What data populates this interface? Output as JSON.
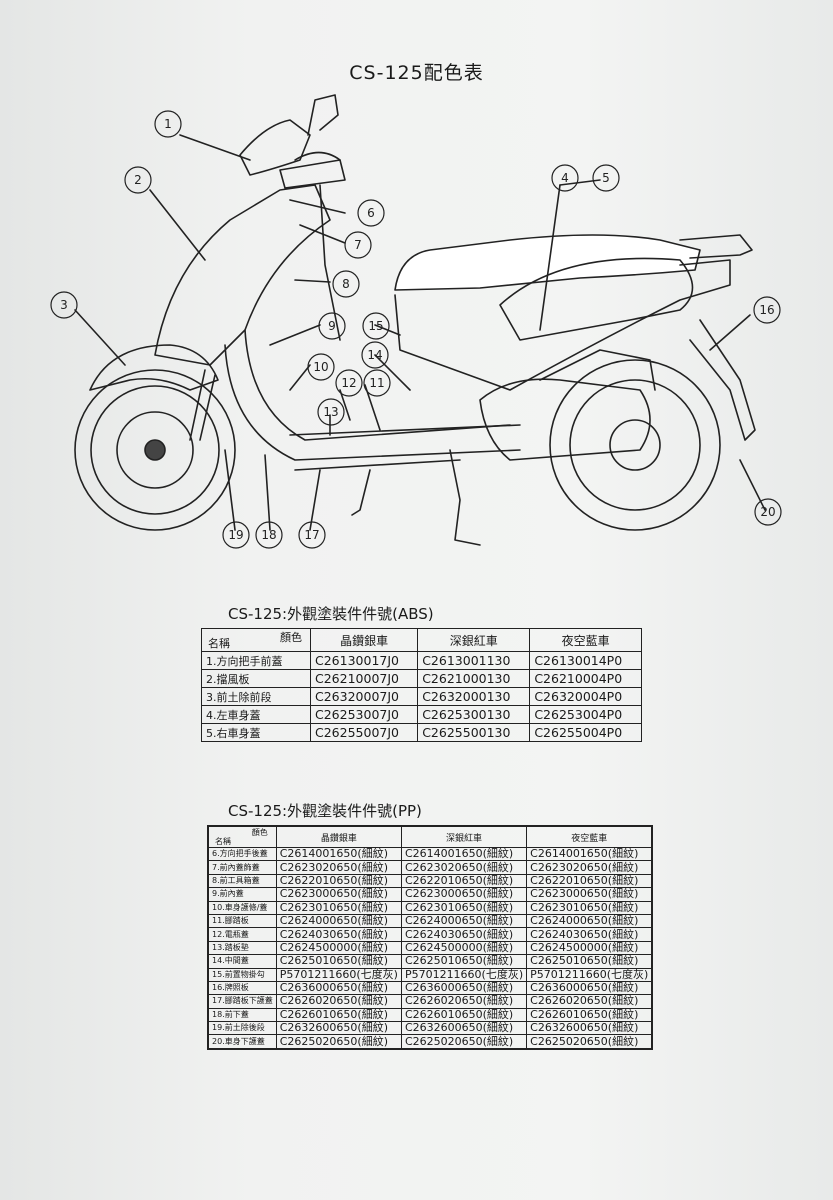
{
  "document": {
    "title": "CS-125配色表"
  },
  "diagram": {
    "callouts": [
      "1",
      "2",
      "3",
      "4",
      "5",
      "6",
      "7",
      "8",
      "9",
      "10",
      "11",
      "12",
      "13",
      "14",
      "15",
      "16",
      "17",
      "18",
      "19",
      "20"
    ]
  },
  "abs_table": {
    "title": "CS-125:外觀塗裝件件號(ABS)",
    "corner_color": "顏色",
    "corner_name": "名稱",
    "columns": [
      "晶鑽銀車",
      "深銀紅車",
      "夜空藍車"
    ],
    "rows": [
      {
        "name": "1.方向把手前蓋",
        "codes": [
          "C26130017J0",
          "C2613001130",
          "C26130014P0"
        ]
      },
      {
        "name": "2.擋風板",
        "codes": [
          "C26210007J0",
          "C2621000130",
          "C26210004P0"
        ]
      },
      {
        "name": "3.前土除前段",
        "codes": [
          "C26320007J0",
          "C2632000130",
          "C26320004P0"
        ]
      },
      {
        "name": "4.左車身蓋",
        "codes": [
          "C26253007J0",
          "C2625300130",
          "C26253004P0"
        ]
      },
      {
        "name": "5.右車身蓋",
        "codes": [
          "C26255007J0",
          "C2625500130",
          "C26255004P0"
        ]
      }
    ]
  },
  "pp_table": {
    "title": "CS-125:外觀塗裝件件號(PP)",
    "corner_color": "顏色",
    "corner_name": "名稱",
    "columns": [
      "晶鑽銀車",
      "深銀紅車",
      "夜空藍車"
    ],
    "rows": [
      {
        "name": "6.方向把手後蓋",
        "codes": [
          "C2614001650(細紋)",
          "C2614001650(細紋)",
          "C2614001650(細紋)"
        ]
      },
      {
        "name": "7.前內蓋飾蓋",
        "codes": [
          "C2623020650(細紋)",
          "C2623020650(細紋)",
          "C2623020650(細紋)"
        ]
      },
      {
        "name": "8.前工具箱蓋",
        "codes": [
          "C2622010650(細紋)",
          "C2622010650(細紋)",
          "C2622010650(細紋)"
        ]
      },
      {
        "name": "9.前內蓋",
        "codes": [
          "C2623000650(細紋)",
          "C2623000650(細紋)",
          "C2623000650(細紋)"
        ]
      },
      {
        "name": "10.車身護條/蓋",
        "codes": [
          "C2623010650(細紋)",
          "C2623010650(細紋)",
          "C2623010650(細紋)"
        ]
      },
      {
        "name": "11.腳踏板",
        "codes": [
          "C2624000650(細紋)",
          "C2624000650(細紋)",
          "C2624000650(細紋)"
        ]
      },
      {
        "name": "12.電瓶蓋",
        "codes": [
          "C2624030650(細紋)",
          "C2624030650(細紋)",
          "C2624030650(細紋)"
        ]
      },
      {
        "name": "13.踏板墊",
        "codes": [
          "C2624500000(細紋)",
          "C2624500000(細紋)",
          "C2624500000(細紋)"
        ]
      },
      {
        "name": "14.中間蓋",
        "codes": [
          "C2625010650(細紋)",
          "C2625010650(細紋)",
          "C2625010650(細紋)"
        ]
      },
      {
        "name": "15.前置物掛勾",
        "codes": [
          "P5701211660(七度灰)",
          "P5701211660(七度灰)",
          "P5701211660(七度灰)"
        ]
      },
      {
        "name": "16.牌照板",
        "codes": [
          "C2636000650(細紋)",
          "C2636000650(細紋)",
          "C2636000650(細紋)"
        ]
      },
      {
        "name": "17.腳踏板下護蓋",
        "codes": [
          "C2626020650(細紋)",
          "C2626020650(細紋)",
          "C2626020650(細紋)"
        ]
      },
      {
        "name": "18.前下蓋",
        "codes": [
          "C2626010650(細紋)",
          "C2626010650(細紋)",
          "C2626010650(細紋)"
        ]
      },
      {
        "name": "19.前土除後段",
        "codes": [
          "C2632600650(細紋)",
          "C2632600650(細紋)",
          "C2632600650(細紋)"
        ]
      },
      {
        "name": "20.車身下護蓋",
        "codes": [
          "C2625020650(細紋)",
          "C2625020650(細紋)",
          "C2625020650(細紋)"
        ]
      }
    ]
  }
}
